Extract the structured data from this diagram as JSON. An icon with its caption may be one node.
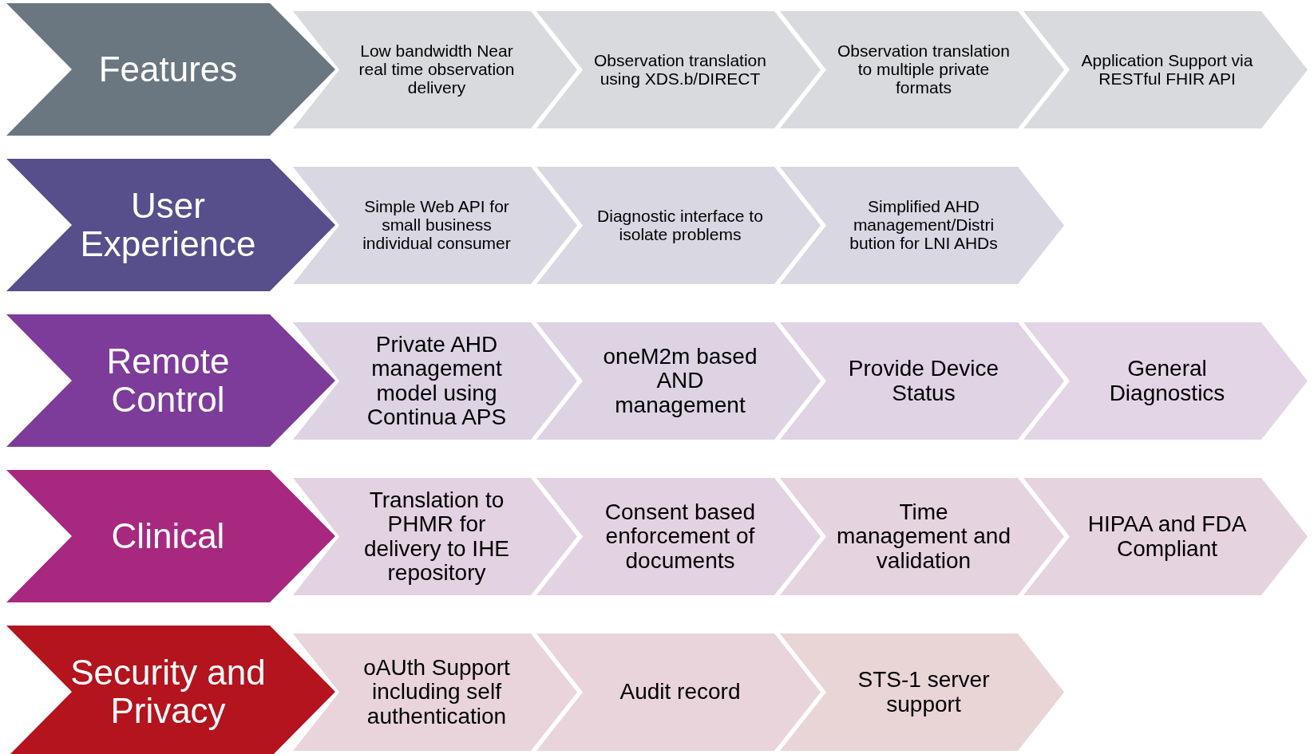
{
  "diagram": {
    "nodes": [
      {
        "text": [
          "Features"
        ]
      },
      {
        "text": [
          "Low bandwidth Near real time observation delivery"
        ]
      },
      {
        "text": [
          "Observation translation  using XDS.b/DIRECT"
        ]
      },
      {
        "text": [
          "Observation translation to multiple private formats"
        ]
      },
      {
        "text": [
          "Application Support via RESTful FHIR API"
        ]
      },
      {
        "text": [
          "User Experience"
        ]
      },
      {
        "text": [
          "Simple Web API for small business individual consumer"
        ]
      },
      {
        "text": [
          "Diagnostic interface to isolate problems"
        ]
      },
      {
        "text": [
          "Simplified AHD management/Distri bution for LNI AHDs"
        ]
      },
      {
        "text": [
          "Remote Control"
        ]
      },
      {
        "text": [
          "Private AHD management model using Continua APS"
        ]
      },
      {
        "text": [
          "oneM2m based AND management"
        ]
      },
      {
        "text": [
          "Provide Device Status"
        ]
      },
      {
        "text": [
          "General Diagnostics"
        ]
      },
      {
        "text": [
          "Clinical"
        ]
      },
      {
        "text": [
          "Translation to PHMR for delivery to IHE repository"
        ]
      },
      {
        "text": [
          "Consent based enforcement of documents"
        ]
      },
      {
        "text": [
          "Time management and validation"
        ]
      },
      {
        "text": [
          "HIPAA and FDA Compliant"
        ]
      },
      {
        "text": [
          "Security and Privacy"
        ]
      },
      {
        "text": [
          "oAUth Support including self authentication"
        ]
      },
      {
        "text": [
          "Audit record"
        ]
      },
      {
        "text": [
          "STS-1 server support"
        ]
      }
    ]
  }
}
